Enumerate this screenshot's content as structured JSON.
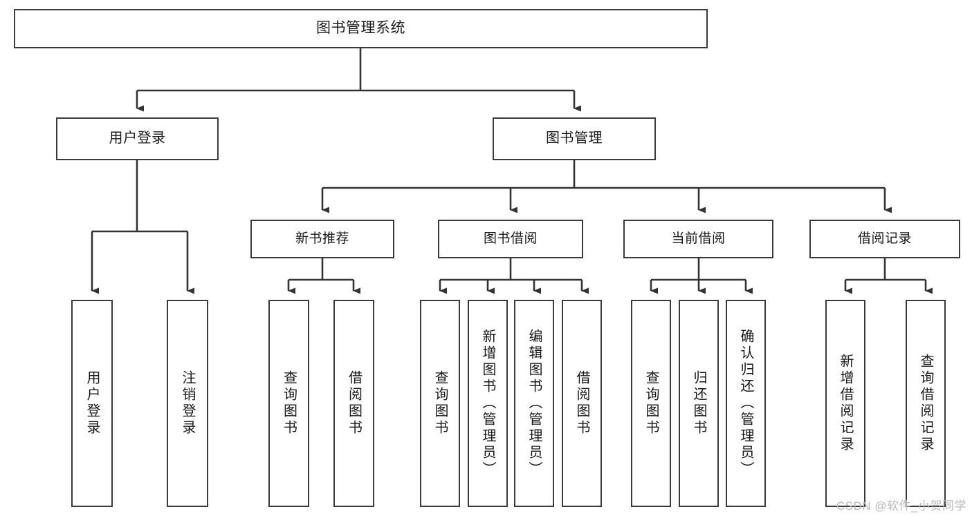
{
  "diagram": {
    "type": "tree-hierarchy",
    "title": "图书管理系统",
    "root": {
      "label": "图书管理系统"
    },
    "level1": [
      {
        "label": "用户登录"
      },
      {
        "label": "图书管理"
      }
    ],
    "level2": [
      {
        "label": "新书推荐",
        "parent": "图书管理"
      },
      {
        "label": "图书借阅",
        "parent": "图书管理"
      },
      {
        "label": "当前借阅",
        "parent": "图书管理"
      },
      {
        "label": "借阅记录",
        "parent": "图书管理"
      }
    ],
    "leaves": {
      "user_login": [
        {
          "label": "用户登录"
        },
        {
          "label": "注销登录"
        }
      ],
      "new_book_recommend": [
        {
          "label": "查询图书"
        },
        {
          "label": "借阅图书"
        }
      ],
      "book_borrow": [
        {
          "label": "查询图书"
        },
        {
          "label": "新增图书（管理员）"
        },
        {
          "label": "编辑图书（管理员）"
        },
        {
          "label": "借阅图书"
        }
      ],
      "current_borrow": [
        {
          "label": "查询图书"
        },
        {
          "label": "归还图书"
        },
        {
          "label": "确认归还（管理员）"
        }
      ],
      "borrow_record": [
        {
          "label": "新增借阅记录"
        },
        {
          "label": "查询借阅记录"
        }
      ]
    }
  },
  "watermark": {
    "text": "CSDN @软件_小贺同学"
  },
  "colors": {
    "box_border": "#3a3a3a",
    "line": "#333333",
    "background": "#ffffff",
    "text": "#1a1a1a",
    "watermark": "#b9b9b9"
  }
}
